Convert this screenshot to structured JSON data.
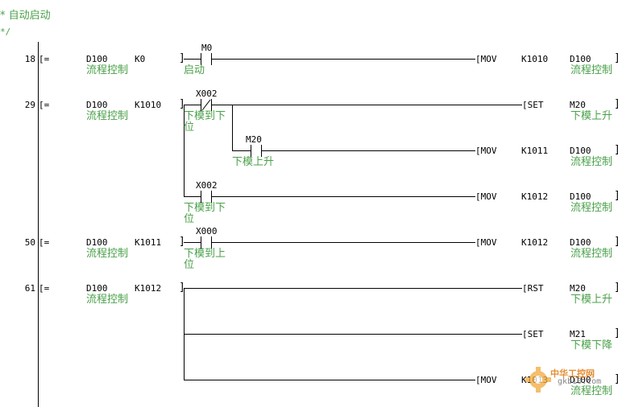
{
  "comment": {
    "line1": "*",
    "line2": "*  自动启动",
    "line3": "*/"
  },
  "rungs": [
    {
      "num": "18",
      "cmp": "[=",
      "op1": "D100",
      "op1_cmt": "流程控制",
      "op2": "K0",
      "contacts": [
        {
          "dev": "M0",
          "cmt": "启动"
        }
      ],
      "out": {
        "ins": "[MOV",
        "a": "K1010",
        "b": "D100",
        "b_cmt": "流程控制"
      }
    },
    {
      "num": "29",
      "cmp": "[=",
      "op1": "D100",
      "op1_cmt": "流程控制",
      "op2": "K1010",
      "c1": {
        "dev": "X002",
        "cmt1": "下模到下",
        "cmt2": "位"
      },
      "out1": {
        "ins": "[SET",
        "a": "M20",
        "a_cmt": "下模上升"
      },
      "c2": {
        "dev": "M20",
        "cmt": "下模上升"
      },
      "out2": {
        "ins": "[MOV",
        "a": "K1011",
        "b": "D100",
        "b_cmt": "流程控制"
      },
      "c3": {
        "dev": "X002",
        "cmt1": "下模到下",
        "cmt2": "位"
      },
      "out3": {
        "ins": "[MOV",
        "a": "K1012",
        "b": "D100",
        "b_cmt": "流程控制"
      }
    },
    {
      "num": "50",
      "cmp": "[=",
      "op1": "D100",
      "op1_cmt": "流程控制",
      "op2": "K1011",
      "c1": {
        "dev": "X000",
        "cmt1": "下模到上",
        "cmt2": "位"
      },
      "out": {
        "ins": "[MOV",
        "a": "K1012",
        "b": "D100",
        "b_cmt": "流程控制"
      }
    },
    {
      "num": "61",
      "cmp": "[=",
      "op1": "D100",
      "op1_cmt": "流程控制",
      "op2": "K1012",
      "out1": {
        "ins": "[RST",
        "a": "M20",
        "a_cmt": "下模上升"
      },
      "out2": {
        "ins": "[SET",
        "a": "M21",
        "a_cmt": "下模下降"
      },
      "out3": {
        "ins": "[MOV",
        "a": "K1013",
        "b": "D100",
        "b_cmt": "流程控制"
      }
    }
  ],
  "watermark": {
    "brand": "中华工控网",
    "url": "gkb10.com"
  }
}
